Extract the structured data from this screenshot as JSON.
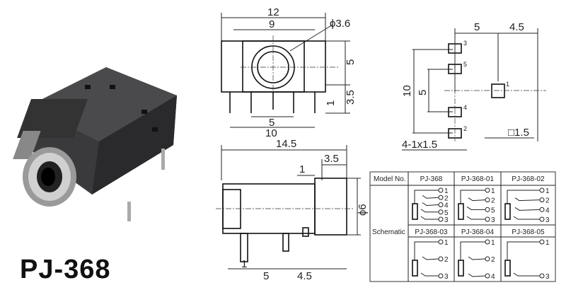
{
  "title": "PJ-368",
  "front_view": {
    "w_total": "12",
    "w_inner": "9",
    "hole_dia": "ϕ3.6",
    "h_body": "5",
    "h_pin": "3.5",
    "pin_gap": "1",
    "pin_span_5": "5",
    "pin_span_10": "10"
  },
  "side_view": {
    "length": "14.5",
    "front_len": "3.5",
    "offset": "1",
    "dia": "ϕ6",
    "pin_a": "1",
    "pin_b": "5",
    "pin_c": "4.5"
  },
  "footprint": {
    "dx1": "5",
    "dx2": "4.5",
    "dy_total": "10",
    "dy_inner": "5",
    "pad_size": "□1.5",
    "pad_note": "4-1x1.5",
    "pins": [
      "3",
      "5",
      "4",
      "2",
      "1"
    ]
  },
  "table": {
    "header_label": "Model No.",
    "row_label": "Schematic",
    "models": [
      {
        "name": "PJ-368",
        "pins": [
          "1",
          "2",
          "4",
          "5",
          "3"
        ]
      },
      {
        "name": "PJ-368-01",
        "pins": [
          "1",
          "2",
          "5",
          "3"
        ]
      },
      {
        "name": "PJ-368-02",
        "pins": [
          "1",
          "2",
          "4",
          "3"
        ]
      },
      {
        "name": "PJ-368-03",
        "pins": [
          "1",
          "2",
          "3"
        ]
      },
      {
        "name": "PJ-368-04",
        "pins": [
          "1",
          "2",
          "4"
        ]
      },
      {
        "name": "PJ-368-05",
        "pins": [
          "1",
          "3"
        ]
      }
    ]
  }
}
